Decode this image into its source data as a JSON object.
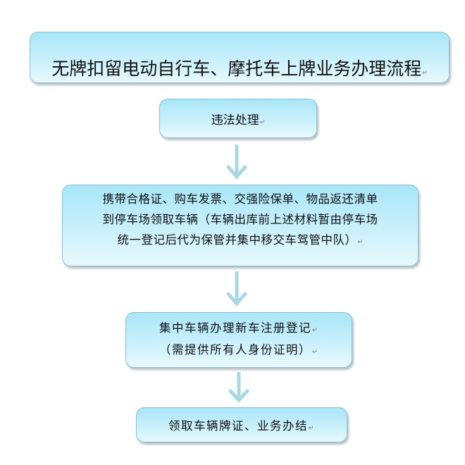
{
  "title": "无牌扣留电动自行车、摩托车上牌业务办理流程",
  "steps": [
    {
      "lines": [
        "违法处理"
      ]
    },
    {
      "lines": [
        "携带合格证、购车发票、交强险保单、物品返还清单",
        "到停车场领取车辆（车辆出库前上述材料暂由停车场",
        "统一登记后代为保管并集中移交车驾管中队）"
      ]
    },
    {
      "lines": [
        "集中车辆办理新车注册登记",
        "（需提供所有人身份证明）"
      ]
    },
    {
      "lines": [
        "领取车辆牌证、业务办结"
      ]
    }
  ],
  "colors": {
    "box_top": "#a9e6f8",
    "box_bottom": "#e8f9fd",
    "border": "#8fbfd0",
    "arrow": "#a8d8e4"
  }
}
